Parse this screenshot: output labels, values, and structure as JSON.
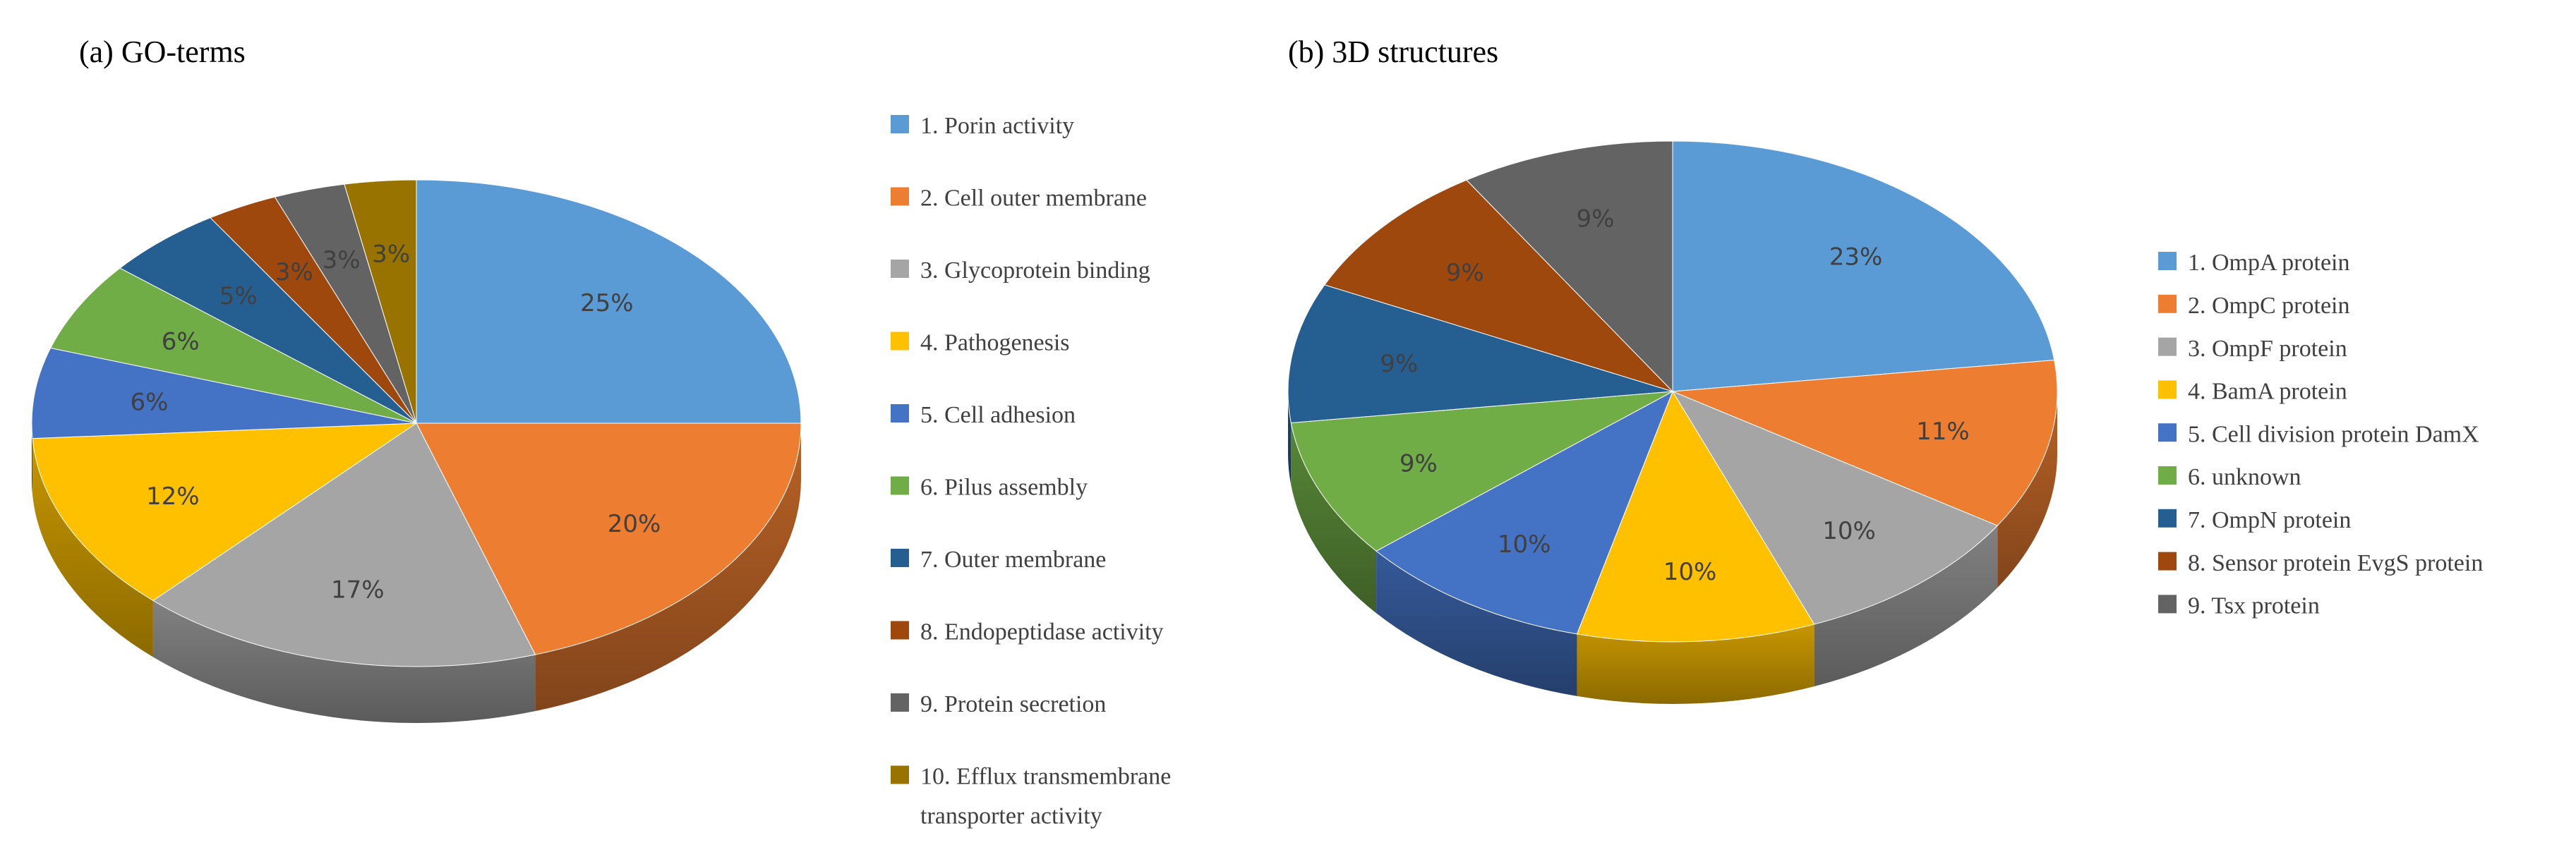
{
  "chart_data": [
    {
      "type": "pie",
      "title": "(a) GO-terms",
      "categories": [
        "1. Porin activity",
        "2. Cell outer membrane",
        "3. Glycoprotein binding",
        "4. Pathogenesis",
        "5. Cell adhesion",
        "6. Pilus assembly",
        "7. Outer membrane",
        "8. Endopeptidase activity",
        "9. Protein secretion",
        "10. Efflux transmembrane transporter activity"
      ],
      "legend_lines": [
        [
          "1. Porin activity"
        ],
        [
          "2. Cell outer membrane"
        ],
        [
          "3. Glycoprotein binding"
        ],
        [
          "4. Pathogenesis"
        ],
        [
          "5. Cell adhesion"
        ],
        [
          "6. Pilus assembly"
        ],
        [
          "7. Outer membrane"
        ],
        [
          "8. Endopeptidase activity"
        ],
        [
          "9. Protein secretion"
        ],
        [
          "10. Efflux transmembrane",
          "transporter activity"
        ]
      ],
      "values": [
        25,
        20,
        17,
        12,
        6,
        6,
        5,
        3,
        3,
        3
      ],
      "labels": [
        "25%",
        "20%",
        "17%",
        "12%",
        "6%",
        "6%",
        "5%",
        "3%",
        "3%",
        "3%"
      ],
      "colors": [
        "#5b9bd5",
        "#ed7d31",
        "#a5a5a5",
        "#ffc000",
        "#4472c4",
        "#70ad47",
        "#255e91",
        "#9e480e",
        "#636363",
        "#997300"
      ],
      "legend_position": "right"
    },
    {
      "type": "pie",
      "title": "(b) 3D structures",
      "categories": [
        "1. OmpA protein",
        "2. OmpC protein",
        "3. OmpF protein",
        "4. BamA protein",
        "5. Cell division protein DamX",
        "6. unknown",
        "7. OmpN protein",
        "8. Sensor protein EvgS protein",
        "9. Tsx protein"
      ],
      "legend_lines": [
        [
          "1. OmpA protein"
        ],
        [
          "2. OmpC protein"
        ],
        [
          "3. OmpF protein"
        ],
        [
          "4. BamA protein"
        ],
        [
          "5. Cell division protein DamX"
        ],
        [
          "6. unknown"
        ],
        [
          "7. OmpN protein"
        ],
        [
          "8. Sensor protein EvgS protein"
        ],
        [
          "9. Tsx protein"
        ]
      ],
      "values": [
        23,
        11,
        10,
        10,
        10,
        9,
        9,
        9,
        9
      ],
      "labels": [
        "23%",
        "11%",
        "10%",
        "10%",
        "10%",
        "9%",
        "9%",
        "9%",
        "9%"
      ],
      "colors": [
        "#5b9bd5",
        "#ed7d31",
        "#a5a5a5",
        "#ffc000",
        "#4472c4",
        "#70ad47",
        "#255e91",
        "#9e480e",
        "#636363"
      ],
      "legend_position": "right"
    }
  ]
}
